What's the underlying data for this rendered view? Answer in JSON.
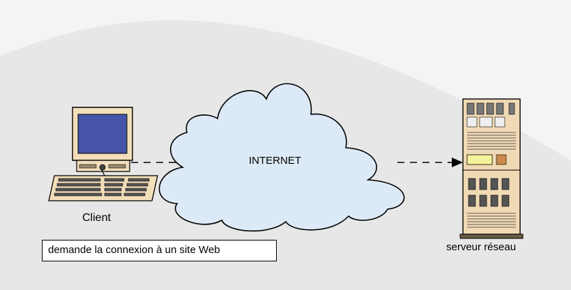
{
  "colors": {
    "background": "#e7e7e7",
    "background_swoosh": "#f4f4f4",
    "cloud_fill": "#dce9f6",
    "monitor_beige": "#f2deb9",
    "screen_blue": "#4554a8",
    "server_beige": "#f0d9b5",
    "server_lcd": "#f6f29a",
    "line": "#000000"
  },
  "icons": {
    "client": "desktop-computer-icon",
    "cloud": "cloud-icon",
    "server": "server-rack-icon",
    "arrow": "arrow-right-icon"
  },
  "diagram": {
    "client_label": "Client",
    "internet_label": "INTERNET",
    "server_label": "serveur réseau",
    "request_text": "demande la connexion à un site Web"
  }
}
